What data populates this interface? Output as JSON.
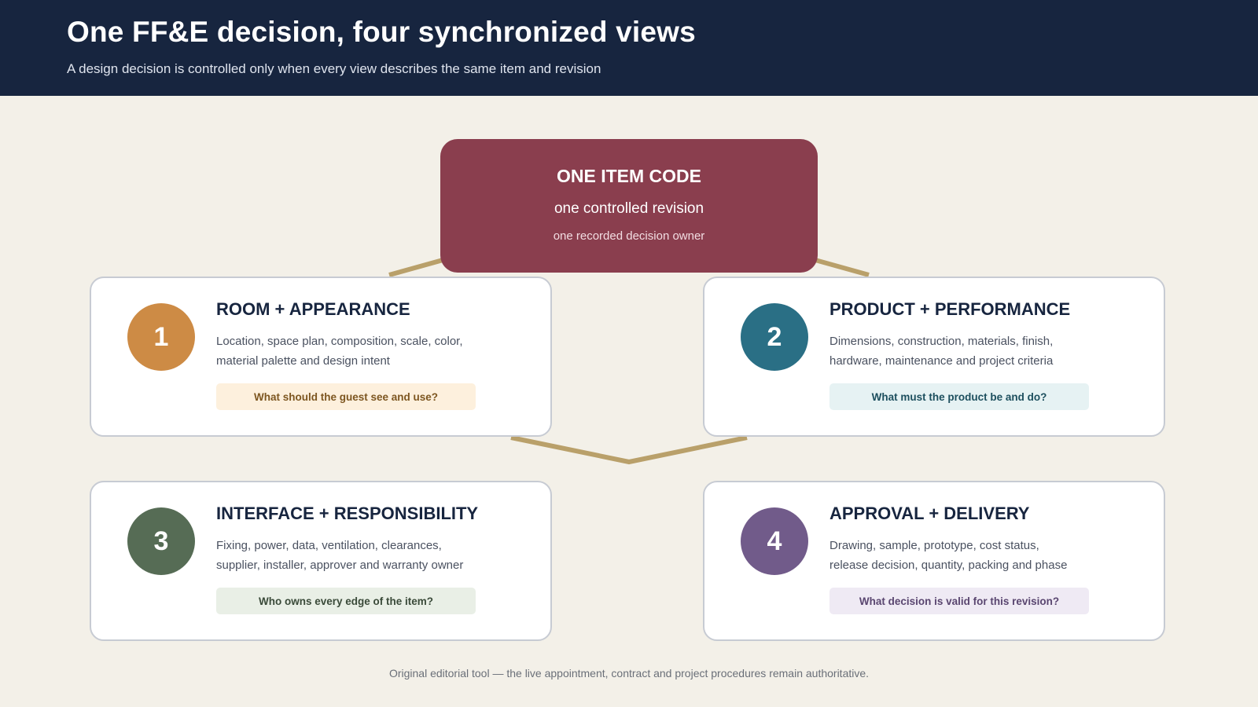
{
  "header": {
    "title": "One FF&E decision, four synchronized views",
    "subtitle": "A design decision is controlled only when every view describes the same item and revision"
  },
  "center": {
    "title": "ONE ITEM CODE",
    "line1": "one controlled revision",
    "line2": "one recorded decision owner",
    "color": "#8a3e4e"
  },
  "connector_color": "#b9a06a",
  "cards": [
    {
      "number": "1",
      "title": "ROOM + APPEARANCE",
      "description": "Location, space plan, composition, scale, color, material palette and design intent",
      "question": "What should the guest see and use?",
      "accent": "#cd8b45",
      "question_bg": "#fdf0dd",
      "question_color": "#7d5620"
    },
    {
      "number": "2",
      "title": "PRODUCT + PERFORMANCE",
      "description": "Dimensions, construction, materials, finish, hardware, maintenance and project criteria",
      "question": "What must the product be and do?",
      "accent": "#2a6f85",
      "question_bg": "#e6f2f3",
      "question_color": "#1d4f5e"
    },
    {
      "number": "3",
      "title": "INTERFACE + RESPONSIBILITY",
      "description": "Fixing, power, data, ventilation, clearances, supplier, installer, approver and warranty owner",
      "question": "Who owns every edge of the item?",
      "accent": "#566c55",
      "question_bg": "#e9efe6",
      "question_color": "#3a4a39"
    },
    {
      "number": "4",
      "title": "APPROVAL + DELIVERY",
      "description": "Drawing, sample, prototype, cost status, release decision, quantity, packing and phase",
      "question": "What decision is valid for this revision?",
      "accent": "#715b8a",
      "question_bg": "#efeaf4",
      "question_color": "#5a4670"
    }
  ],
  "footer": "Original editorial tool — the live appointment, contract and project procedures remain authoritative."
}
